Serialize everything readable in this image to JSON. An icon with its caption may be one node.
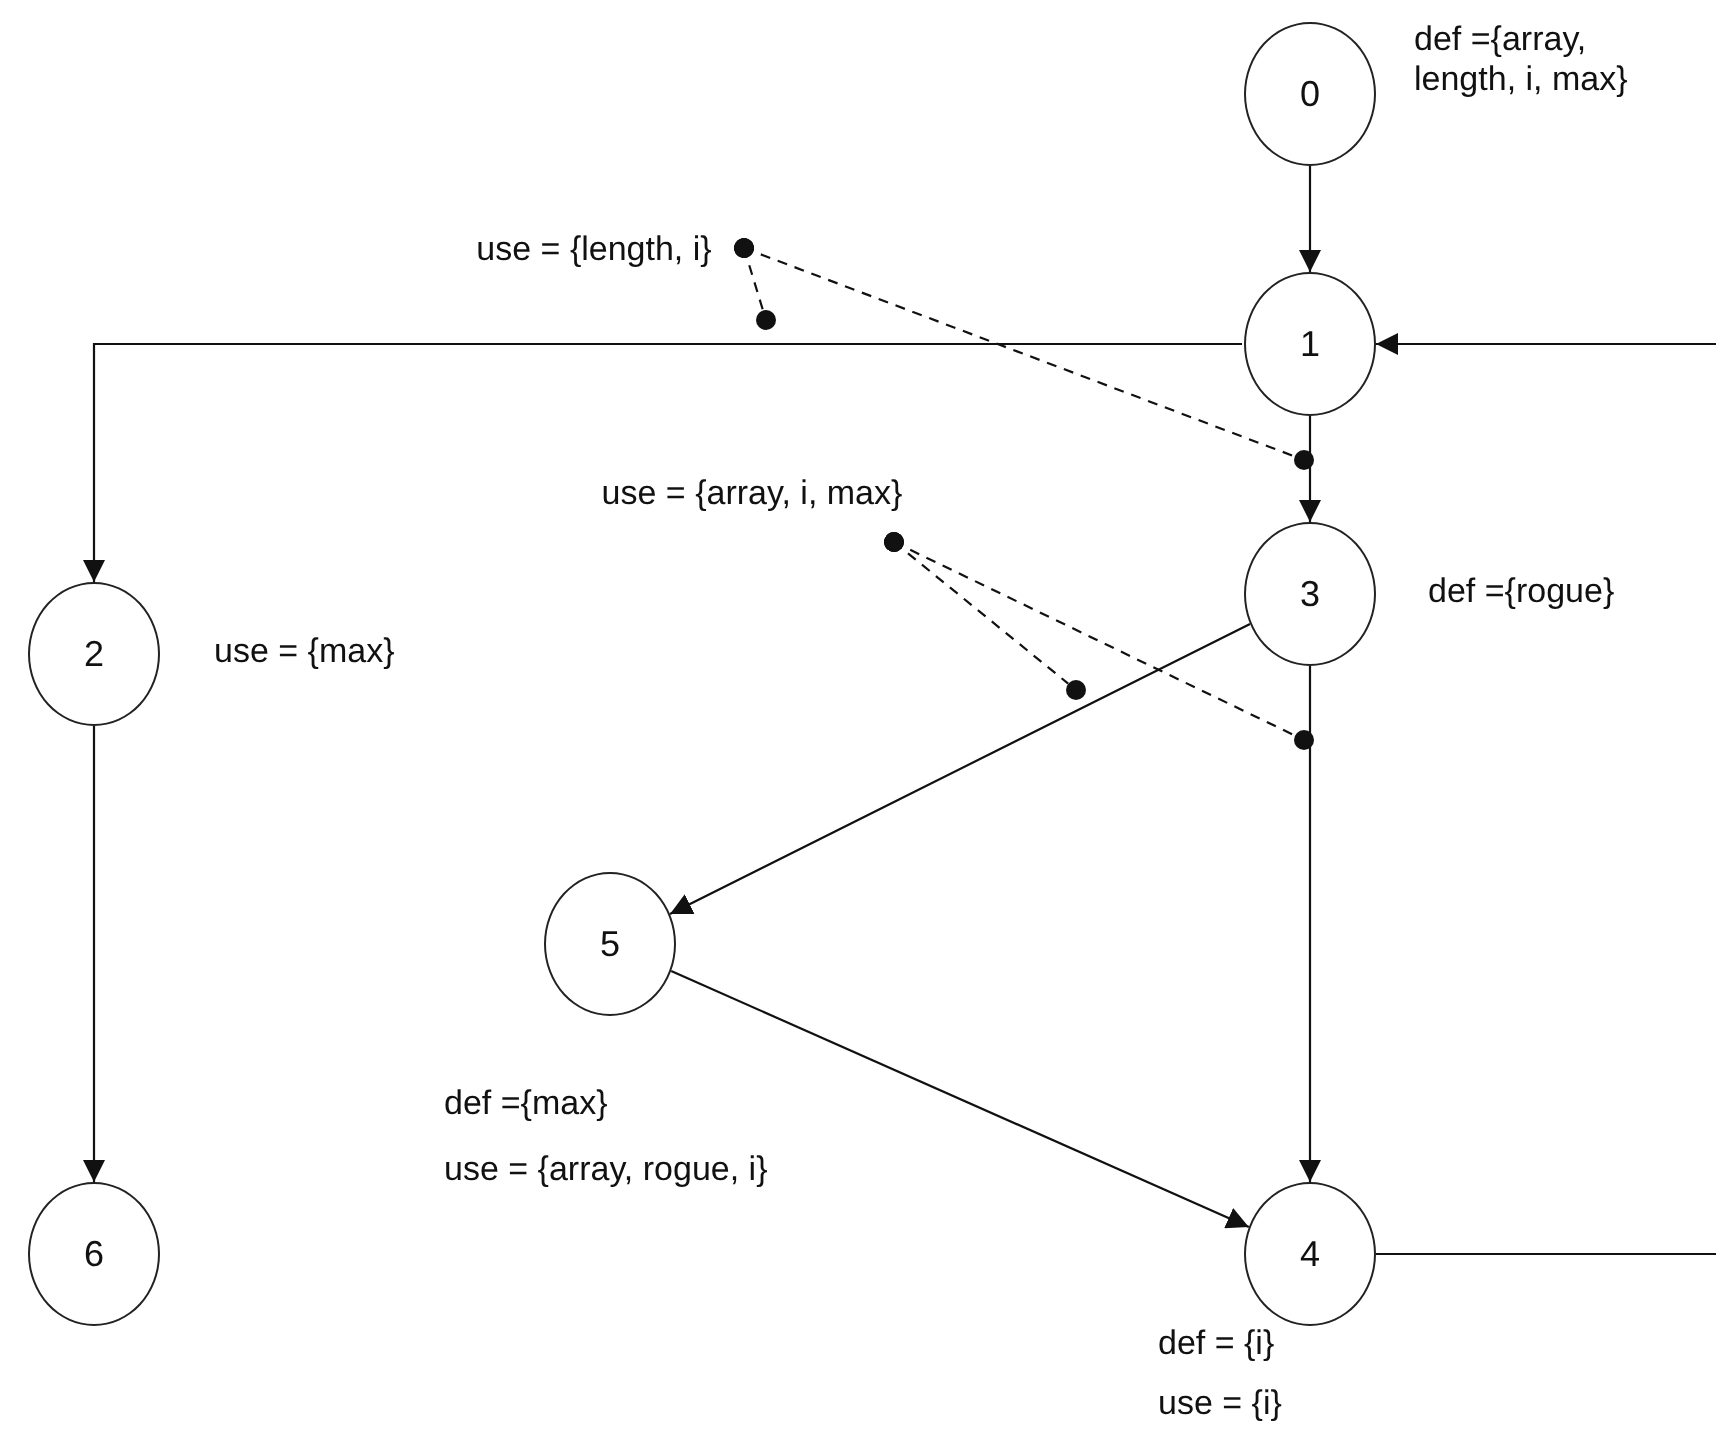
{
  "diagram": {
    "nodes": [
      {
        "text": [
          "0"
        ],
        "beside": [
          "def ={array, length, i, max}"
        ]
      },
      {
        "text": [
          "1"
        ]
      },
      {
        "text": [
          "2"
        ],
        "beside": [
          "use = {max}"
        ]
      },
      {
        "text": [
          "3"
        ],
        "beside": [
          "def ={rogue}"
        ]
      },
      {
        "text": [
          "4"
        ],
        "beside": [
          "def = {i}",
          "use = {i}"
        ]
      },
      {
        "text": [
          "5"
        ],
        "beside": [
          "def ={max}",
          "use = {array, rogue, i}"
        ]
      },
      {
        "text": [
          "6"
        ]
      },
      {
        "text": [
          "use = {length, i}"
        ]
      },
      {
        "text": [
          "use = {array, i, max}"
        ]
      },
      {
        "text": [],
        "shape": "dot"
      },
      {
        "text": [],
        "shape": "dot"
      },
      {
        "text": [],
        "shape": "dot"
      },
      {
        "text": [],
        "shape": "dot"
      }
    ],
    "edges": [
      {
        "from": 0,
        "to": 1,
        "arrow": "to"
      },
      {
        "from": 1,
        "to": 2,
        "arrow": "to"
      },
      {
        "from": null,
        "to": 1,
        "arrow": "to"
      },
      {
        "from": 1,
        "to": 3,
        "arrow": "to"
      },
      {
        "from": 3,
        "to": 5,
        "arrow": "to"
      },
      {
        "from": 3,
        "to": 4,
        "arrow": "to"
      },
      {
        "from": 5,
        "to": 4,
        "arrow": "to"
      },
      {
        "from": 2,
        "to": 6,
        "arrow": "to"
      },
      {
        "from": 4,
        "to": null,
        "arrow": "none"
      },
      {
        "from": 7,
        "to": 9,
        "arrow": "other",
        "style": "dashed"
      },
      {
        "from": 7,
        "to": 10,
        "arrow": "other",
        "style": "dashed"
      },
      {
        "from": 8,
        "to": 11,
        "arrow": "other",
        "style": "dashed"
      },
      {
        "from": 8,
        "to": 12,
        "arrow": "other",
        "style": "dashed"
      }
    ]
  }
}
